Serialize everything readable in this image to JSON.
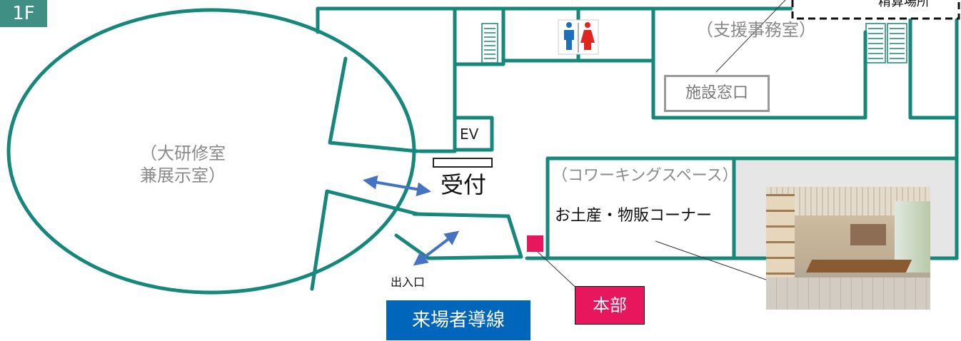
{
  "floor_label": "1F",
  "rooms": {
    "large_room_line1": "（大研修室",
    "large_room_line2": "兼展示室）",
    "support_office": "（支援事務室）",
    "coworking": "（コワーキングスペース）"
  },
  "ev_label": "EV",
  "reception_label": "受付",
  "facility_window_label": "施設窓口",
  "payment_label": "精算場所",
  "shop_label": "お土産・物販コーナー",
  "entrance_label": "出入口",
  "headquarters_label": "本部",
  "visitor_flow_label": "来場者導線",
  "colors": {
    "wall": "#15877b",
    "badge": "#3f8f85",
    "flow_arrow": "#4472c4",
    "headquarters": "#e8175d",
    "visitor_flow": "#0066bb",
    "coworking_fill": "#e6e6e6",
    "grey_text": "#8a8a8a"
  },
  "icons": [
    "restroom-icon",
    "stairs-icon"
  ]
}
